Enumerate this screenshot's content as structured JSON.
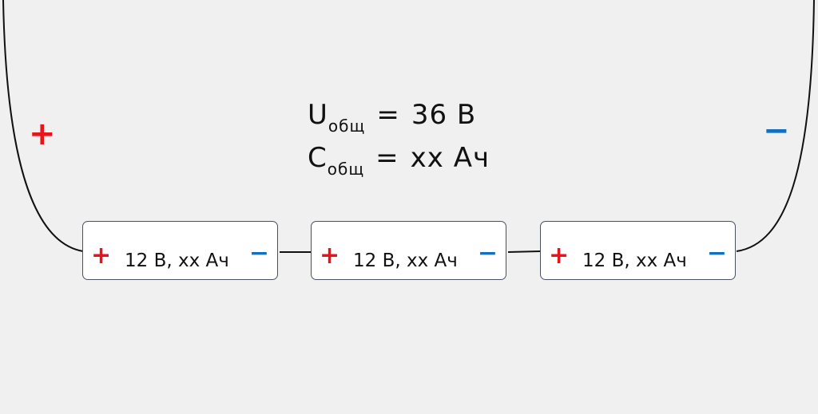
{
  "formula": {
    "voltage_symbol": "U",
    "voltage_sub": "общ",
    "voltage_eq": "=",
    "voltage_value": "36 В",
    "capacity_symbol": "C",
    "capacity_sub": "общ",
    "capacity_eq": "=",
    "capacity_value": "xx Ач"
  },
  "terminals": {
    "plus": "+",
    "minus": "−"
  },
  "batteries": [
    {
      "plus": "+",
      "label": "12 В, xx Ач",
      "minus": "−"
    },
    {
      "plus": "+",
      "label": "12 В, xx Ач",
      "minus": "−"
    },
    {
      "plus": "+",
      "label": "12 В, xx Ач",
      "minus": "−"
    }
  ],
  "colors": {
    "plus": "#e8141b",
    "minus": "#1270c0"
  }
}
